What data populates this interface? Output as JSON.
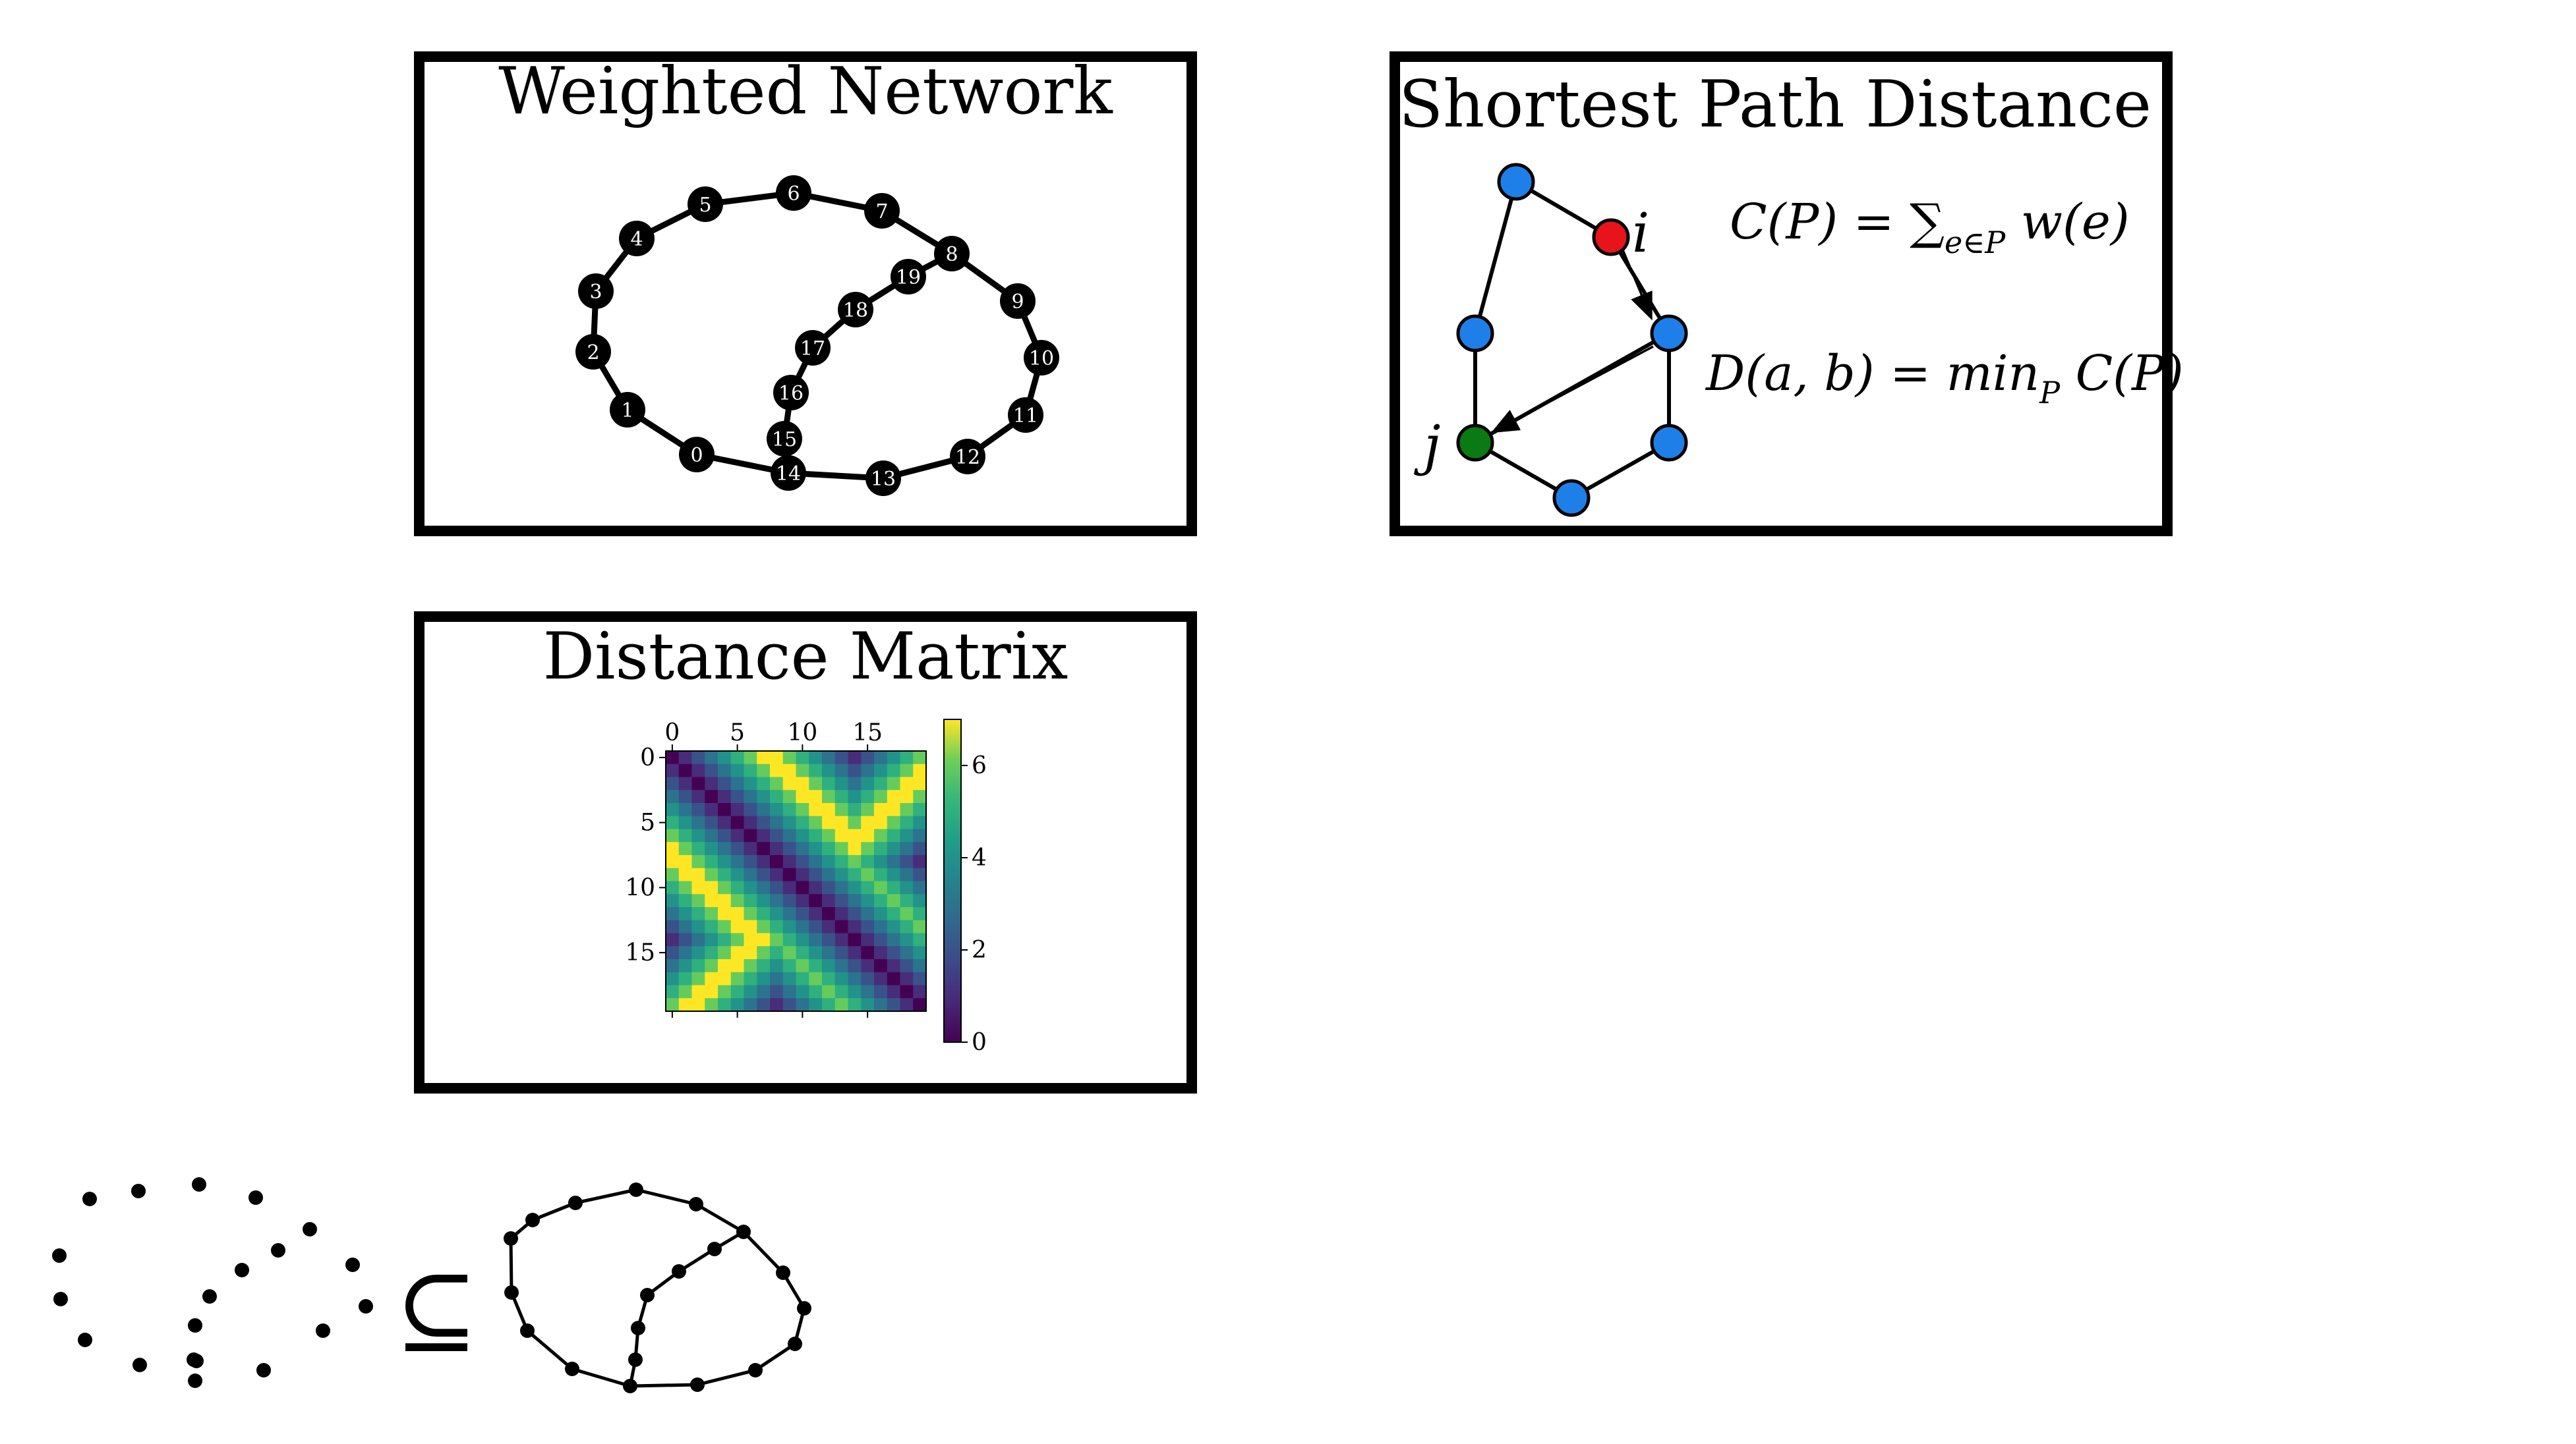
{
  "panels": {
    "weighted_network": {
      "title": "Weighted Network",
      "nodes": [
        "0",
        "1",
        "2",
        "3",
        "4",
        "5",
        "6",
        "7",
        "8",
        "9",
        "10",
        "11",
        "12",
        "13",
        "14",
        "15",
        "16",
        "17",
        "18",
        "19"
      ]
    },
    "shortest_path": {
      "title": "Shortest Path Distance",
      "label_i": "i",
      "label_j": "j",
      "formula_cost": "C(P) = ∑",
      "formula_cost_sub": "e∈P",
      "formula_cost_tail": " w(e)",
      "formula_dist": "D(a, b) = min",
      "formula_dist_sub": "P",
      "formula_dist_tail": " C(P)",
      "colors": {
        "source": "#e8141c",
        "target": "#0a7a12",
        "other": "#1f7fe8"
      }
    },
    "distance_matrix": {
      "title": "Distance Matrix",
      "x_ticks": [
        "0",
        "5",
        "10",
        "15"
      ],
      "y_ticks": [
        "0",
        "5",
        "10",
        "15"
      ],
      "colorbar_ticks": [
        "0",
        "2",
        "4",
        "6"
      ],
      "colormap": "viridis"
    }
  },
  "bottom": {
    "subset_symbol": "⊆"
  },
  "chart_data": {
    "type": "heatmap",
    "title": "Distance Matrix",
    "size": 20,
    "graph_edges": [
      [
        0,
        1
      ],
      [
        1,
        2
      ],
      [
        2,
        3
      ],
      [
        3,
        4
      ],
      [
        4,
        5
      ],
      [
        5,
        6
      ],
      [
        6,
        7
      ],
      [
        7,
        8
      ],
      [
        8,
        9
      ],
      [
        9,
        10
      ],
      [
        10,
        11
      ],
      [
        11,
        12
      ],
      [
        12,
        13
      ],
      [
        13,
        14
      ],
      [
        14,
        0
      ],
      [
        8,
        19
      ],
      [
        19,
        18
      ],
      [
        18,
        17
      ],
      [
        17,
        16
      ],
      [
        16,
        15
      ],
      [
        15,
        14
      ]
    ],
    "vmin": 0,
    "vmax": 7,
    "colorbar_ticks": [
      0,
      2,
      4,
      6
    ]
  }
}
